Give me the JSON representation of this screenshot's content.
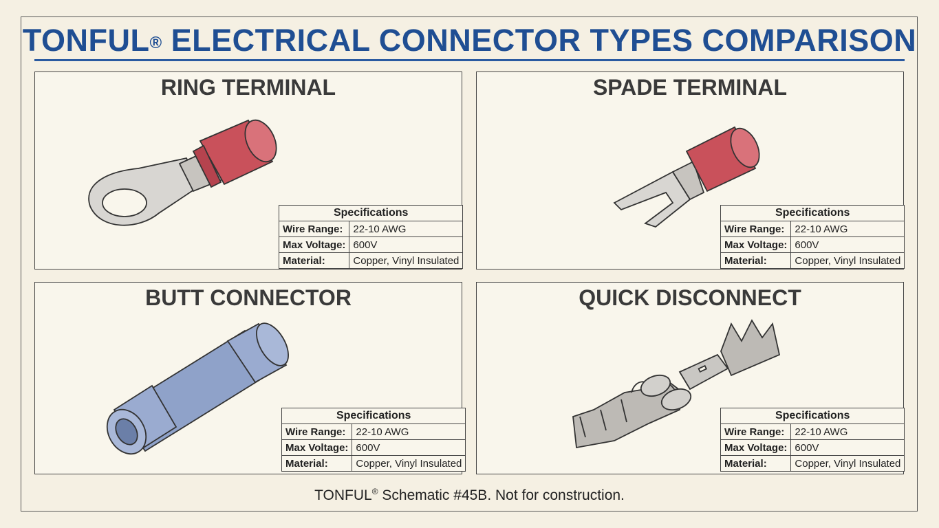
{
  "title": {
    "brand": "TONFUL",
    "mark": "®",
    "rest": " ELECTRICAL CONNECTOR TYPES COMPARISON"
  },
  "spec_labels": {
    "header": "Specifications",
    "wire_range": "Wire Range:",
    "max_voltage": "Max Voltage:",
    "material": "Material:"
  },
  "panels": [
    {
      "title": "RING TERMINAL",
      "icon": "ring-terminal-icon",
      "insulation_color": "#c9515b",
      "specs": {
        "wire_range": "22-10 AWG",
        "max_voltage": "600V",
        "material": "Copper, Vinyl Insulated"
      }
    },
    {
      "title": "SPADE TERMINAL",
      "icon": "spade-terminal-icon",
      "insulation_color": "#c9515b",
      "specs": {
        "wire_range": "22-10 AWG",
        "max_voltage": "600V",
        "material": "Copper, Vinyl Insulated"
      }
    },
    {
      "title": "BUTT CONNECTOR",
      "icon": "butt-connector-icon",
      "insulation_color": "#8fa2c9",
      "specs": {
        "wire_range": "22-10 AWG",
        "max_voltage": "600V",
        "material": "Copper, Vinyl Insulated"
      }
    },
    {
      "title": "QUICK DISCONNECT",
      "icon": "quick-disconnect-icon",
      "insulation_color": "#b8b8b8",
      "specs": {
        "wire_range": "22-10 AWG",
        "max_voltage": "600V",
        "material": "Copper, Vinyl Insulated"
      }
    }
  ],
  "footer": {
    "brand": "TONFUL",
    "mark": "®",
    "rest": " Schematic #45B. Not for construction."
  },
  "colors": {
    "title_blue": "#1f4e93",
    "background": "#f5f0e3"
  }
}
